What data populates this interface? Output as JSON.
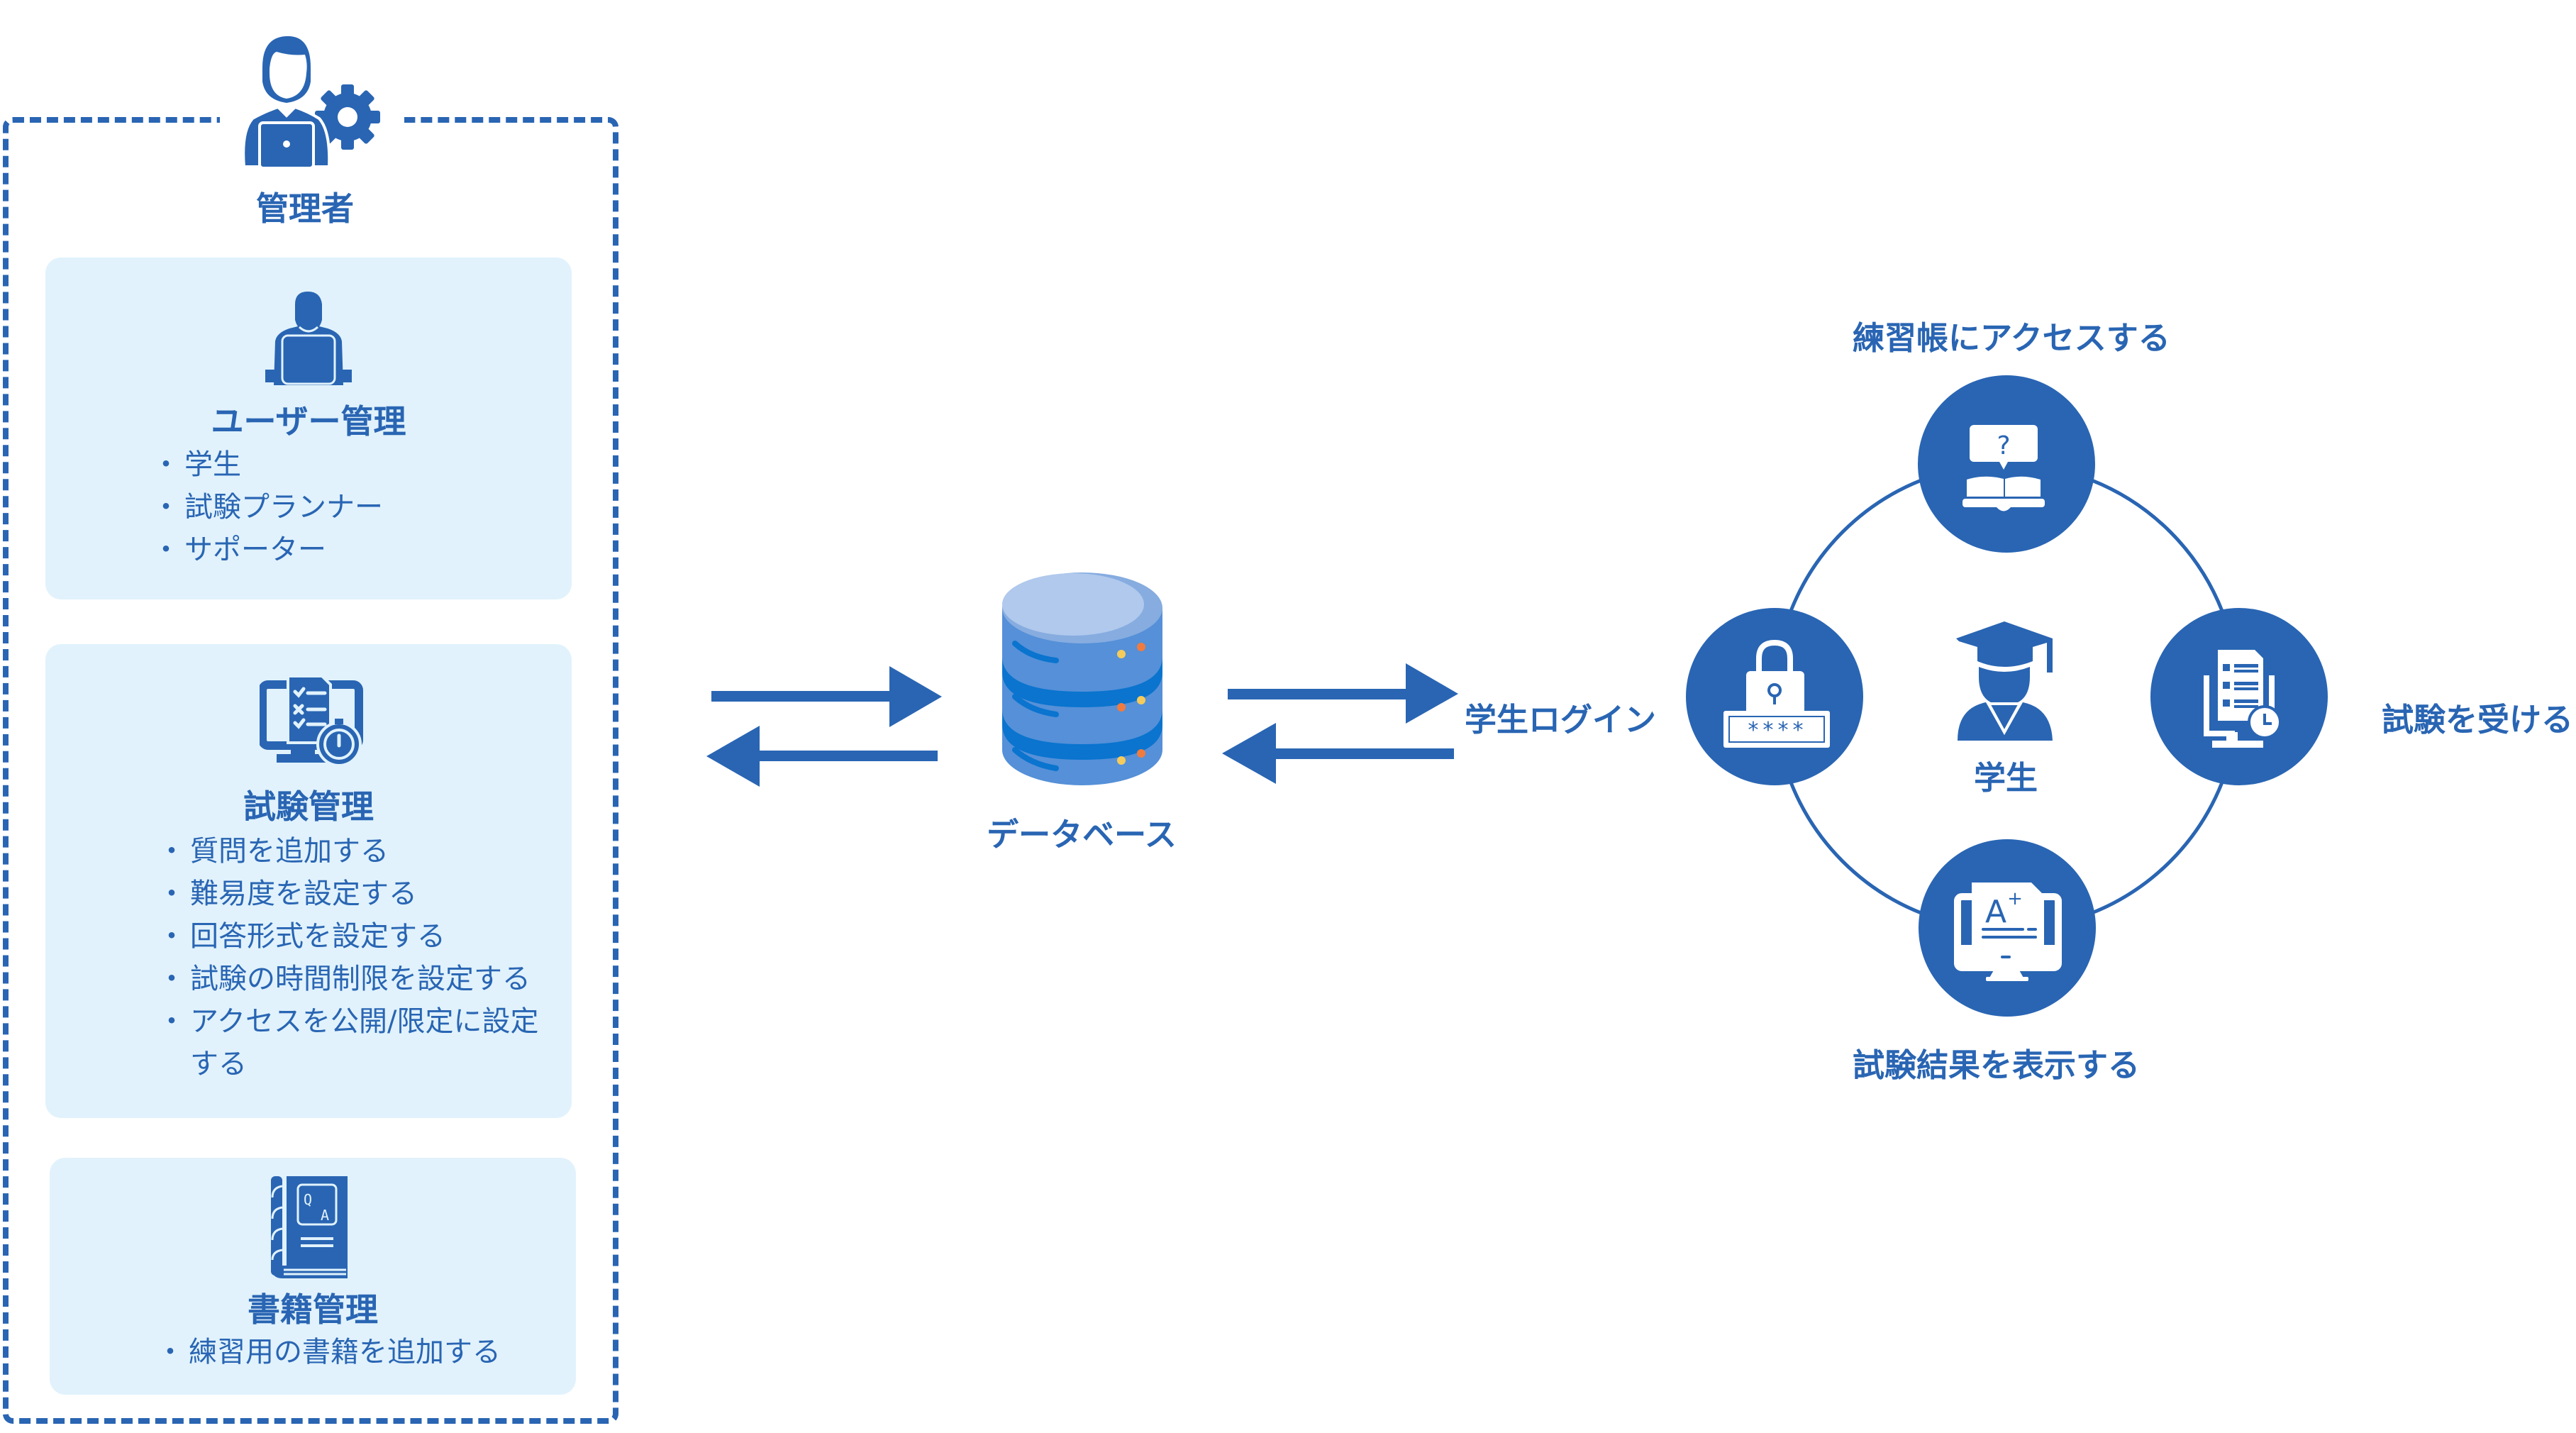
{
  "colors": {
    "primary": "#2965B3",
    "card_bg": "#E1F2FC",
    "db_top": "#B0C9EC",
    "db_body": "#5590D8",
    "db_band": "#0A74CF",
    "db_led_orange": "#F07B3F",
    "db_led_yellow": "#F5CB5C"
  },
  "admin": {
    "title": "管理者",
    "icon": "admin-with-laptop-gear-icon",
    "cards": [
      {
        "title": "ユーザー管理",
        "icon": "user-at-laptop-icon",
        "items": [
          "学生",
          "試験プランナー",
          "サポーター"
        ]
      },
      {
        "title": "試験管理",
        "icon": "monitor-checklist-stopwatch-icon",
        "items": [
          "質問を追加する",
          "難易度を設定する",
          "回答形式を設定する",
          "試験の時間制限を設定する",
          "アクセスを公開/限定に設定する"
        ]
      },
      {
        "title": "書籍管理",
        "icon": "qa-book-icon",
        "items": [
          "練習用の書籍を追加する"
        ]
      }
    ],
    "bullet": "・"
  },
  "database": {
    "label": "データベース",
    "icon": "database-server-icon"
  },
  "student": {
    "center_label": "学生",
    "center_icon": "graduate-student-icon",
    "login_label": "学生ログイン",
    "nodes": [
      {
        "label": "練習帳にアクセスする",
        "icon": "book-question-icon"
      },
      {
        "label": "試験を受ける",
        "icon": "monitor-exam-clock-icon"
      },
      {
        "label": "試験結果を表示する",
        "icon": "monitor-grade-a-plus-icon"
      },
      {
        "label": "",
        "icon": "padlock-password-icon"
      }
    ]
  }
}
